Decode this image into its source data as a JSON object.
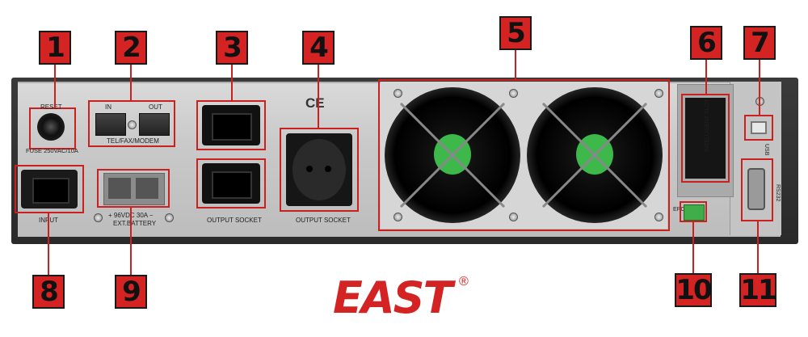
{
  "callouts": [
    "1",
    "2",
    "3",
    "4",
    "5",
    "6",
    "7",
    "8",
    "9",
    "10",
    "11"
  ],
  "labels": {
    "reset": "RESET",
    "fuse": "FUSE 250VAC/10A",
    "in": "IN",
    "out": "OUT",
    "tel_fax_modem": "TEL/FAX/MODEM",
    "input": "INPUT",
    "battery_line1": "+ 96VDC 30A −",
    "battery_line2": "EXT.BATTERY",
    "output_socket_1": "OUTPUT SOCKET",
    "output_socket_2": "OUTPUT SOCKET",
    "ce": "CE",
    "intelligent_slot": "INTELLIGENT SLOT",
    "usb": "USB",
    "rs232": "RS232",
    "epo": "EPO"
  },
  "brand": {
    "name": "EAST",
    "mark": "®",
    "color": "#d42323"
  },
  "colors": {
    "callout_red": "#d42323",
    "outline_red": "#cc1f1f"
  }
}
